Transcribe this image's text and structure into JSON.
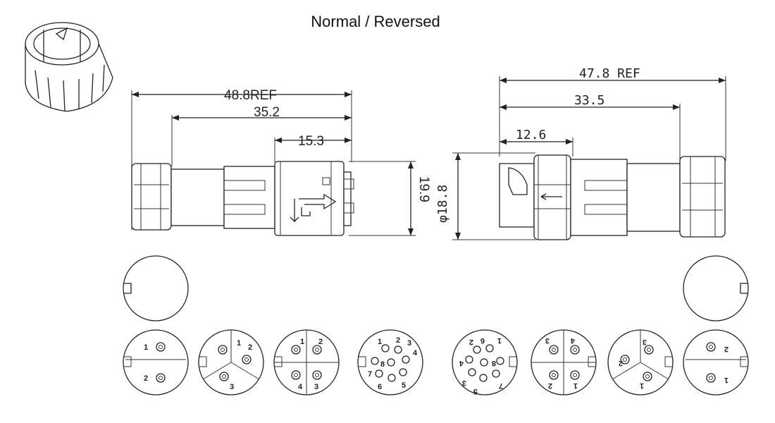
{
  "title": "Normal / Reversed",
  "left_view": {
    "dim_overall": "48.8REF",
    "dim_body": "35.2",
    "dim_front": "15.3",
    "dim_height": "19.9"
  },
  "right_view": {
    "dim_overall": "47.8 REF",
    "dim_body": "33.5",
    "dim_front": "12.6",
    "dim_diameter": "φ18.8"
  },
  "pinouts": [
    {
      "id": "2pin-normal",
      "pins": [
        "1",
        "2"
      ]
    },
    {
      "id": "3pin-normal",
      "pins": [
        "1",
        "2",
        "3"
      ]
    },
    {
      "id": "4pin-normal",
      "pins": [
        "1",
        "2",
        "3",
        "4"
      ]
    },
    {
      "id": "8pin-normal",
      "pins": [
        "1",
        "2",
        "3",
        "4",
        "5",
        "6",
        "7",
        "8"
      ]
    },
    {
      "id": "8pin-reversed",
      "pins": [
        "1",
        "2",
        "3",
        "4",
        "5",
        "6",
        "7",
        "8"
      ]
    },
    {
      "id": "4pin-reversed",
      "pins": [
        "1",
        "2",
        "3",
        "4"
      ]
    },
    {
      "id": "3pin-reversed",
      "pins": [
        "1",
        "2",
        "3"
      ]
    },
    {
      "id": "2pin-reversed",
      "pins": [
        "1",
        "2"
      ]
    }
  ]
}
